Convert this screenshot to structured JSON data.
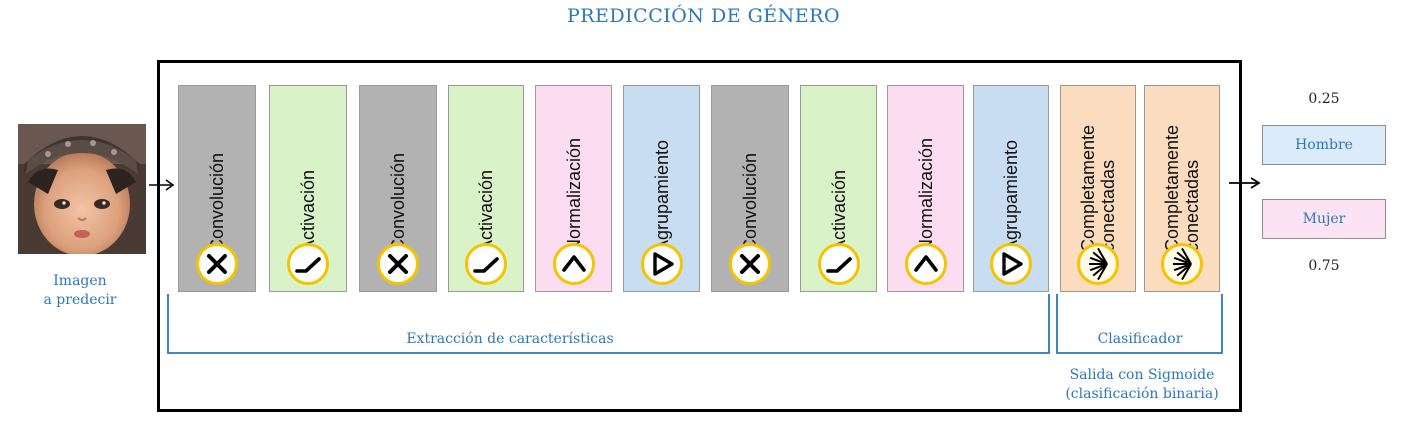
{
  "title": "PREDICCIÓN DE GÉNERO",
  "input": {
    "label_line1": "Imagen",
    "label_line2": "a predecir"
  },
  "layers": [
    {
      "label": "Convolución",
      "kind": "conv",
      "icon": "x-icon"
    },
    {
      "label": "Activación",
      "kind": "act",
      "icon": "relu-icon"
    },
    {
      "label": "Convolución",
      "kind": "conv",
      "icon": "x-icon"
    },
    {
      "label": "Activación",
      "kind": "act",
      "icon": "relu-icon"
    },
    {
      "label": "Normalización",
      "kind": "norm",
      "icon": "caret-up-icon"
    },
    {
      "label": "Agrupamiento",
      "kind": "pool",
      "icon": "play-triangle-icon"
    },
    {
      "label": "Convolución",
      "kind": "conv",
      "icon": "x-icon"
    },
    {
      "label": "Activación",
      "kind": "act",
      "icon": "relu-icon"
    },
    {
      "label": "Normalización",
      "kind": "norm",
      "icon": "caret-up-icon"
    },
    {
      "label": "Agrupamiento",
      "kind": "pool",
      "icon": "play-triangle-icon"
    },
    {
      "label": "Completamente\nconectadas",
      "kind": "fc",
      "icon": "fan-icon"
    },
    {
      "label": "Completamente\nconectadas",
      "kind": "fc",
      "icon": "fan-icon"
    }
  ],
  "sections": {
    "features": "Extracción de características",
    "classifier": "Clasificador",
    "output_line1": "Salida con Sigmoide",
    "output_line2": "(clasificación binaria)"
  },
  "outputs": [
    {
      "label": "Hombre",
      "probability": "0.25",
      "color": "#dcebfa"
    },
    {
      "label": "Mujer",
      "probability": "0.75",
      "color": "#fbe3f3"
    }
  ],
  "colors": {
    "conv": "#b2b2b2",
    "act": "#d9f2c7",
    "norm": "#fbdcf0",
    "pool": "#c9ddf2",
    "fc": "#fcdcbf",
    "icon_ring": "#f5c400",
    "text_blue": "#2b77b8"
  }
}
